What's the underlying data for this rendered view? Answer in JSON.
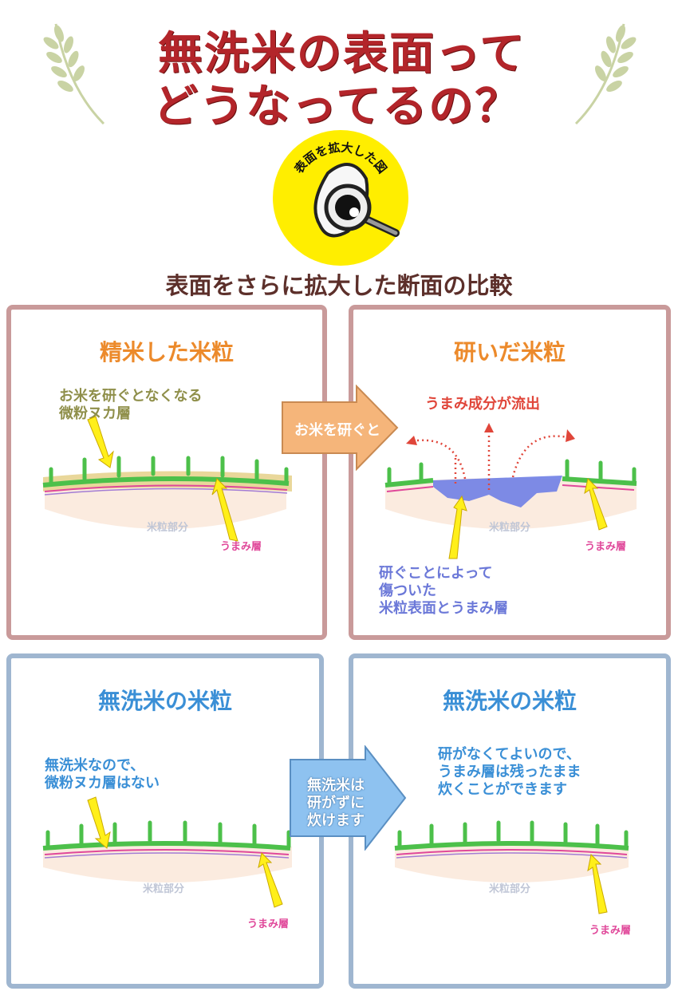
{
  "title": {
    "line1": "無洗米の表面って",
    "line2": "どうなってるの？"
  },
  "badge_text": "表面を拡大した図",
  "subtitle": "表面をさらに拡大した断面の比較",
  "panels": {
    "polished": {
      "title": "精米した米粒",
      "note": [
        "お米を研ぐとなくなる",
        "微粉ヌカ層"
      ],
      "grain": "米粒部分",
      "umami": "うまみ層"
    },
    "washed": {
      "title": "研いだ米粒",
      "flow": "うまみ成分が流出",
      "note": [
        "研ぐことによって",
        "傷ついた",
        "米粒表面とうまみ層"
      ],
      "grain": "米粒部分",
      "umami": "うまみ層"
    },
    "musenmai": {
      "title": "無洗米の米粒",
      "note": [
        "無洗米なので、",
        "微粉ヌカ層はない"
      ],
      "grain": "米粒部分",
      "umami": "うまみ層"
    },
    "musenmai_cooked": {
      "title": "無洗米の米粒",
      "note": [
        "研がなくてよいので、",
        "うまみ層は残ったまま",
        "炊くことができます"
      ],
      "grain": "米粒部分",
      "umami": "うまみ層"
    }
  },
  "arrows": {
    "top": "お米を研ぐと",
    "bottom": [
      "無洗米は",
      "研がずに",
      "炊けます"
    ]
  },
  "colors": {
    "title": "#b3252a",
    "orange": "#ec8a2b",
    "blue": "#3a8fd6",
    "pink_border": "#c99a9a",
    "blue_border": "#9fb6d0",
    "badge": "#ffee00",
    "umami_layer": "#e0489a",
    "surface": "#4cc04a",
    "bran": "#e9d79a",
    "water": "#6f7fe6",
    "pointer": "#ffef1a"
  }
}
